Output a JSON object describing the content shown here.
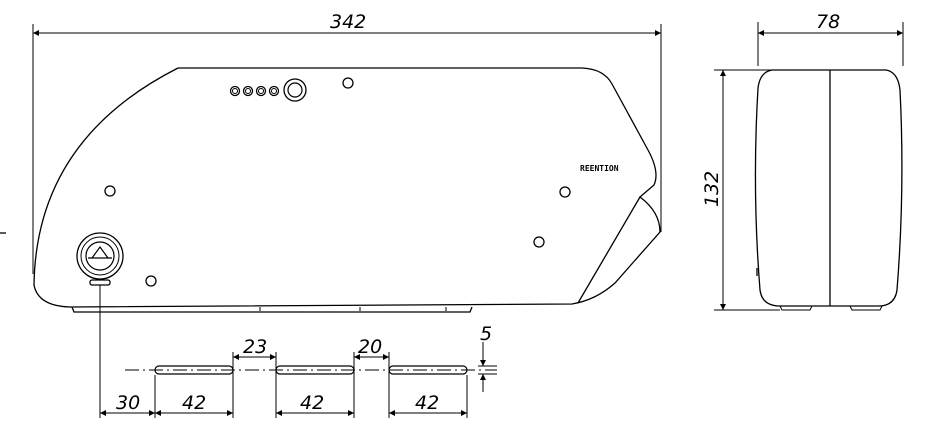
{
  "drawing": {
    "brand_logo": "REENTION",
    "overall_length": "342",
    "overall_height": "132",
    "side_width": "78",
    "rail_slot_width": "5",
    "rail_offset": "30",
    "slot_1_length": "42",
    "gap_1": "23",
    "slot_2_length": "42",
    "gap_2": "20",
    "slot_3_length": "42"
  }
}
